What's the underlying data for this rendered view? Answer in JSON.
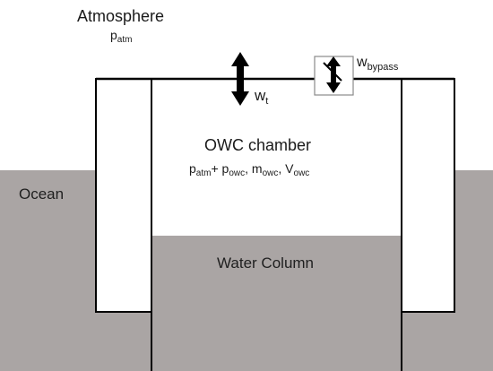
{
  "atmosphere": {
    "title": "Atmosphere",
    "p_main": "p",
    "p_sub": "atm"
  },
  "turbine": {
    "label_main": "w",
    "label_sub": "t"
  },
  "bypass": {
    "label_main": "w",
    "label_sub": "bypass"
  },
  "chamber": {
    "title": "OWC chamber",
    "state": {
      "p1_main": "p",
      "p1_sub": "atm",
      "plus": "+ ",
      "p2_main": "p",
      "p2_sub": "owc",
      "sep1": ", ",
      "m_main": "m",
      "m_sub": "owc",
      "sep2": ", ",
      "v_main": "V",
      "v_sub": "owc"
    }
  },
  "ocean": {
    "label": "Ocean"
  },
  "water_column": {
    "label": "Water Column"
  },
  "colors": {
    "water": "#aaa5a4",
    "structure": "#000000",
    "background": "#ffffff",
    "valve_box": "#8a8a8a"
  }
}
